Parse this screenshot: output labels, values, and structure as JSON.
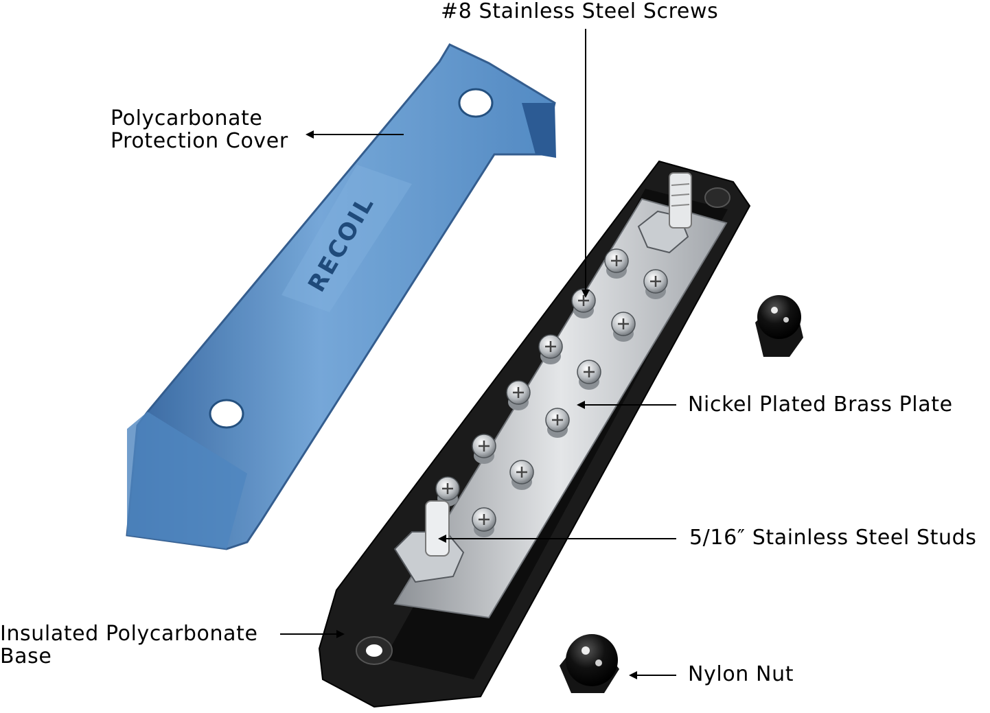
{
  "diagram": {
    "brand": "RECOIL",
    "labels": {
      "screws": "#8 Stainless Steel Screws",
      "cover_line1": "Polycarbonate",
      "cover_line2": "Protection Cover",
      "plate": "Nickel Plated Brass Plate",
      "studs": "5/16″ Stainless Steel Studs",
      "base_line1": "Insulated Polycarbonate",
      "base_line2": "Base",
      "nut": "Nylon Nut"
    },
    "colors": {
      "cover": "#3f78b8",
      "cover_highlight": "#7fb0de",
      "base": "#1c1c1c",
      "plate": "#c9ccd0",
      "nut": "#111111"
    }
  }
}
